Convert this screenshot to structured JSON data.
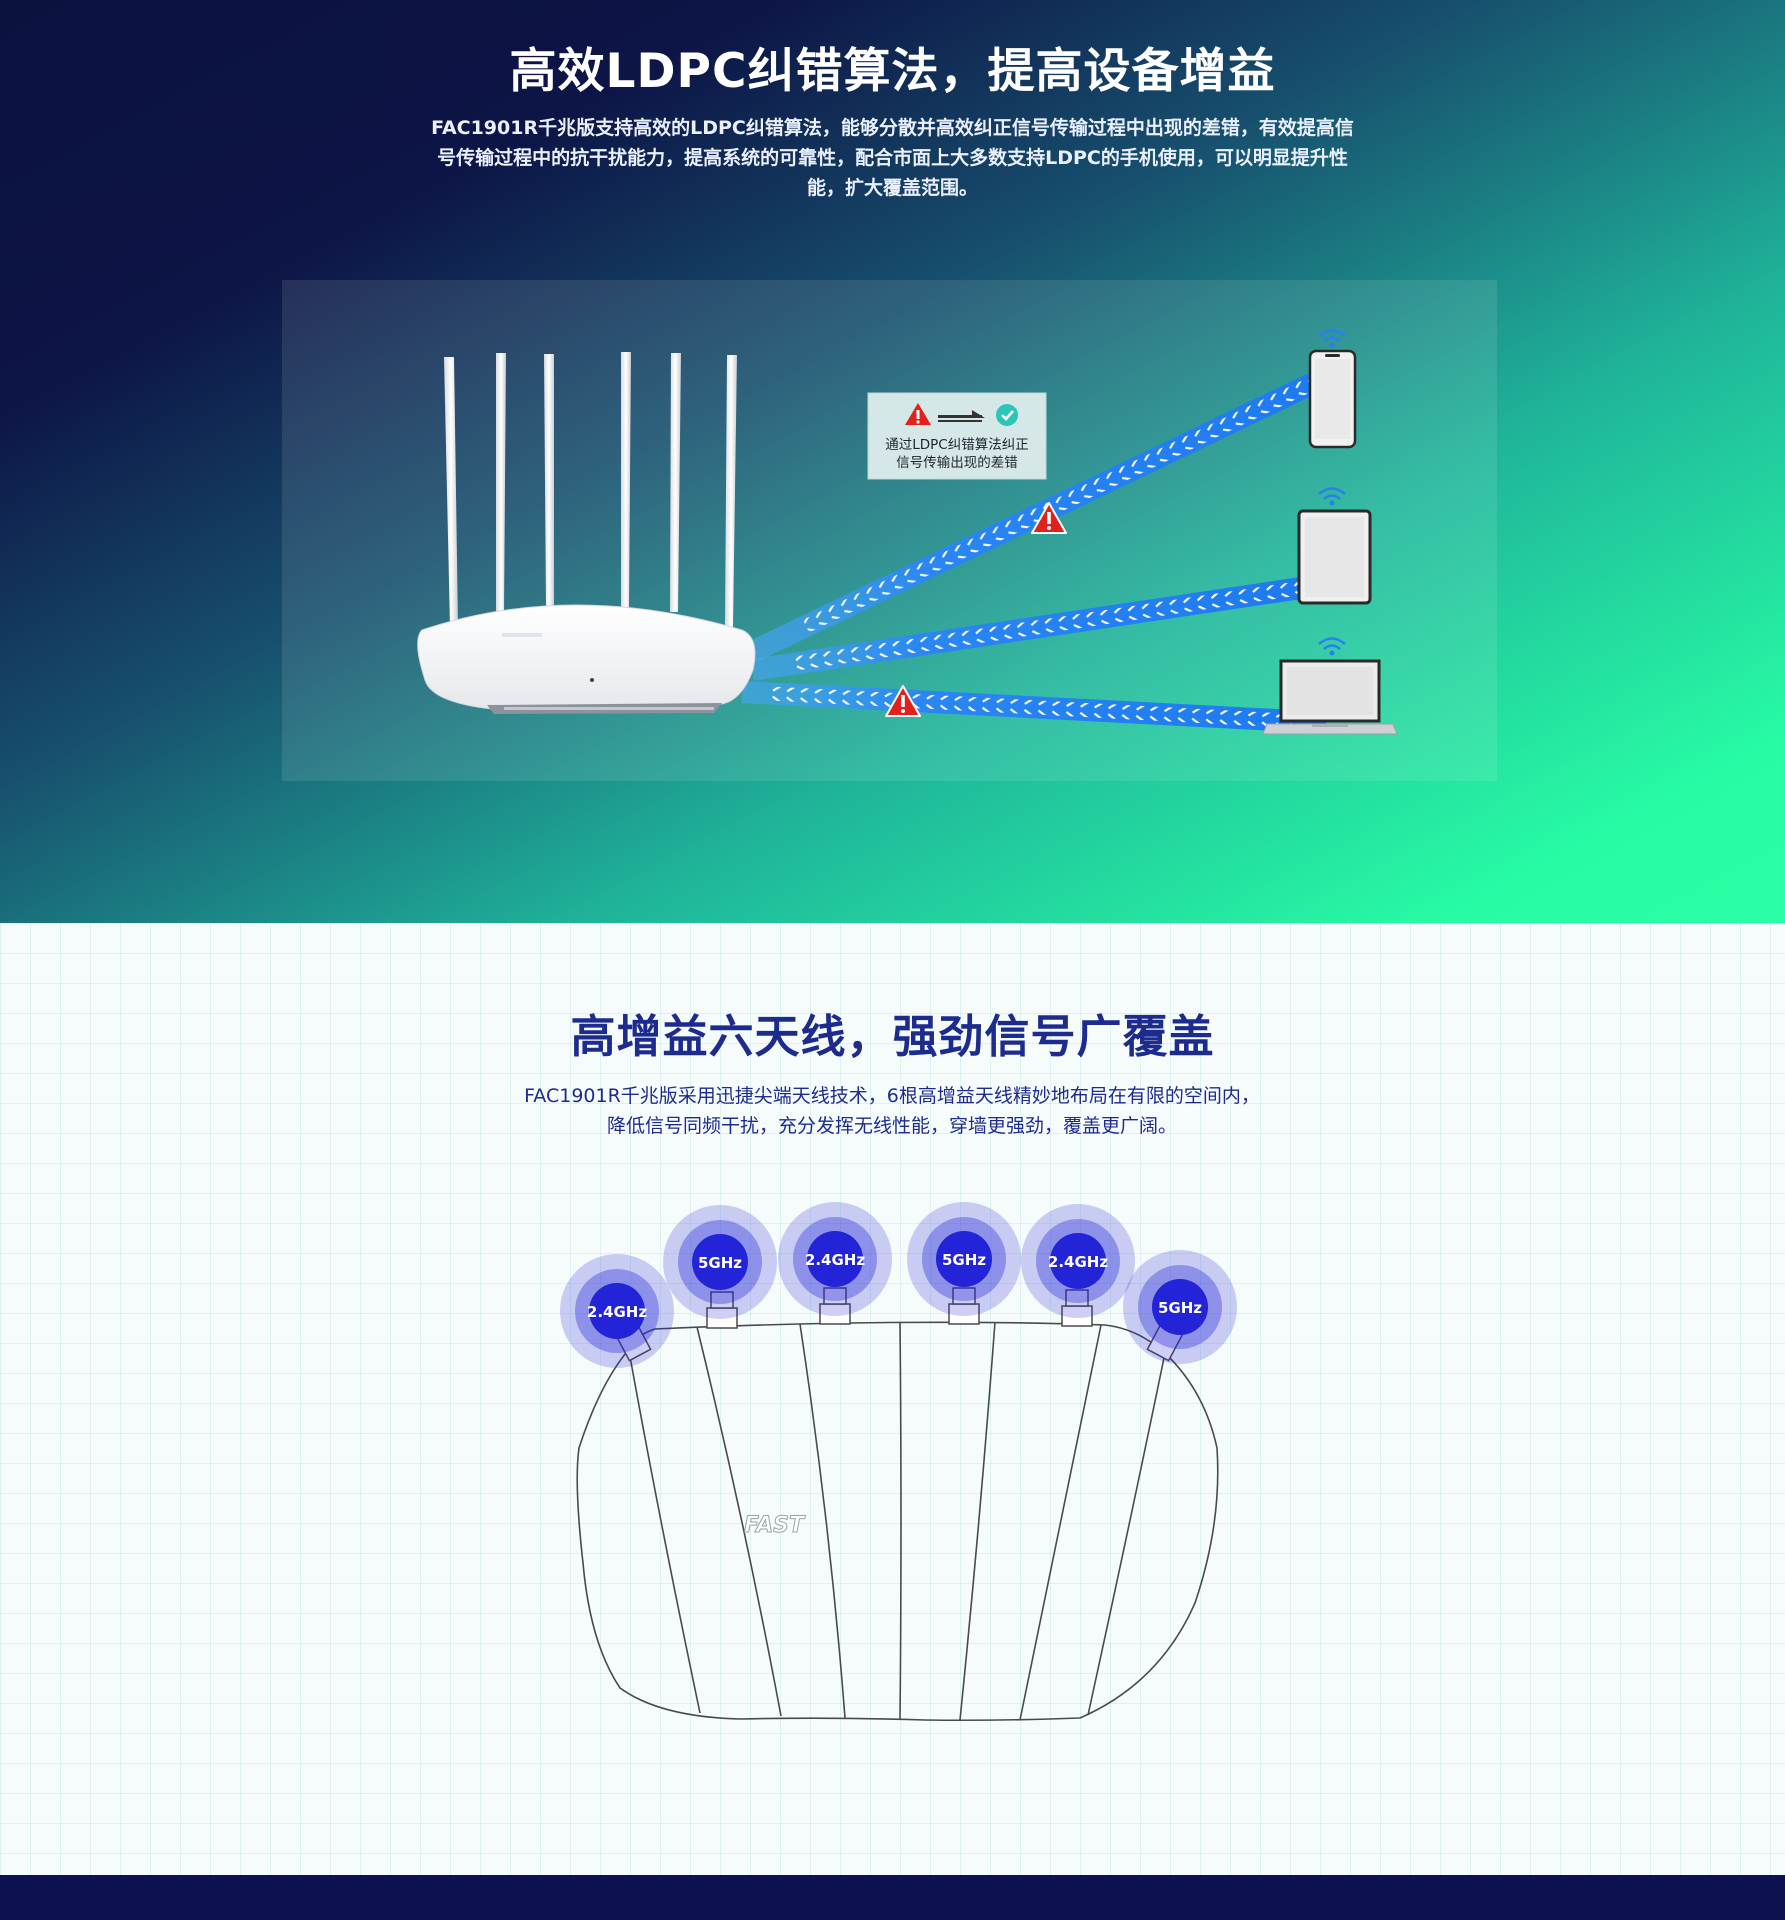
{
  "ldpc_section": {
    "title": "高效LDPC纠错算法，提高设备增益",
    "description": "FAC1901R千兆版支持高效的LDPC纠错算法，能够分散并高效纠正信号传输过程中出现的差错，有效提高信号传输过程中的抗干扰能力，提高系统的可靠性，配合市面上大多数支持LDPC的手机使用，可以明显提升性能，扩大覆盖范围。",
    "callout_line1": "通过LDPC纠错算法纠正",
    "callout_line2": "信号传输出现的差错",
    "arrow_color": "#2a7ff0",
    "warning_color": "#e2201c",
    "check_color": "#2cc6b8"
  },
  "antenna_section": {
    "title": "高增益六天线，强劲信号广覆盖",
    "description_line1": "FAC1901R千兆版采用迅捷尖端天线技术，6根高增益天线精妙地布局在有限的空间内，",
    "description_line2": "降低信号同频干扰，充分发挥无线性能，穿墙更强劲，覆盖更广阔。",
    "brand_logo": "FAST",
    "antennas": [
      {
        "band": "2.4GHz"
      },
      {
        "band": "5GHz"
      },
      {
        "band": "2.4GHz"
      },
      {
        "band": "5GHz"
      },
      {
        "band": "2.4GHz"
      },
      {
        "band": "5GHz"
      }
    ],
    "badge_color": "#2323d8"
  }
}
